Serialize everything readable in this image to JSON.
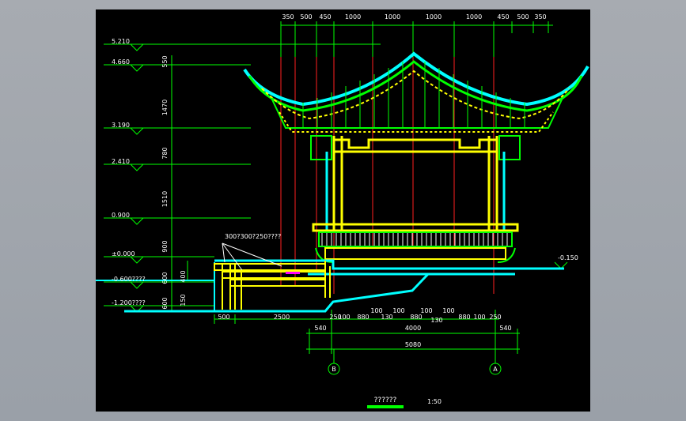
{
  "drawing": {
    "top_dimensions": [
      "350",
      "500",
      "450",
      "1000",
      "1000",
      "1000",
      "1000",
      "450",
      "500",
      "350"
    ],
    "elevation_labels": [
      "5.210",
      "4.660",
      "3.190",
      "2.410",
      "0.900",
      "±0.000",
      "-0.600????",
      "-1.200????"
    ],
    "right_elevation": "-0.150",
    "vertical_dimensions": [
      "550",
      "1470",
      "780",
      "1510",
      "900",
      "600",
      "600",
      "400",
      "150"
    ],
    "bottom_dimensions_row1": [
      "500",
      "2500",
      "250",
      "100",
      "880",
      "100",
      "130",
      "100",
      "880",
      "100",
      "130",
      "100",
      "880",
      "100",
      "250"
    ],
    "bottom_dimensions_row2": [
      "540",
      "4000",
      "540"
    ],
    "bottom_dimension_total": "5080",
    "grid_axes": [
      "B",
      "A"
    ],
    "annotation": "300?300?250????",
    "title": "??????",
    "scale": "1:50"
  },
  "colors": {
    "background": "#000000",
    "cyan": "#00ffff",
    "yellow": "#ffff00",
    "green": "#00ff00",
    "red": "#ff2020",
    "white": "#ffffff",
    "magenta": "#ff00ff",
    "frame": "#a7abb1"
  }
}
